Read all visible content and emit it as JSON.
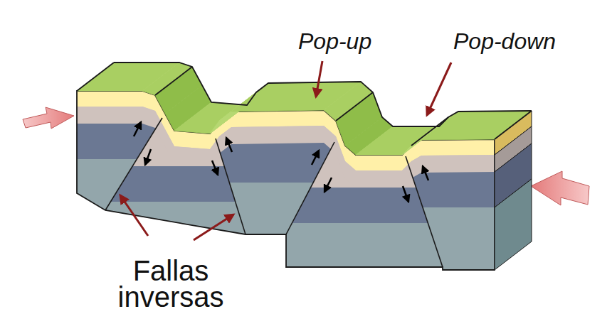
{
  "diagram": {
    "labels": [
      "Pop-up",
      "Pop-down",
      "Fallas inversas"
    ]
  }
}
